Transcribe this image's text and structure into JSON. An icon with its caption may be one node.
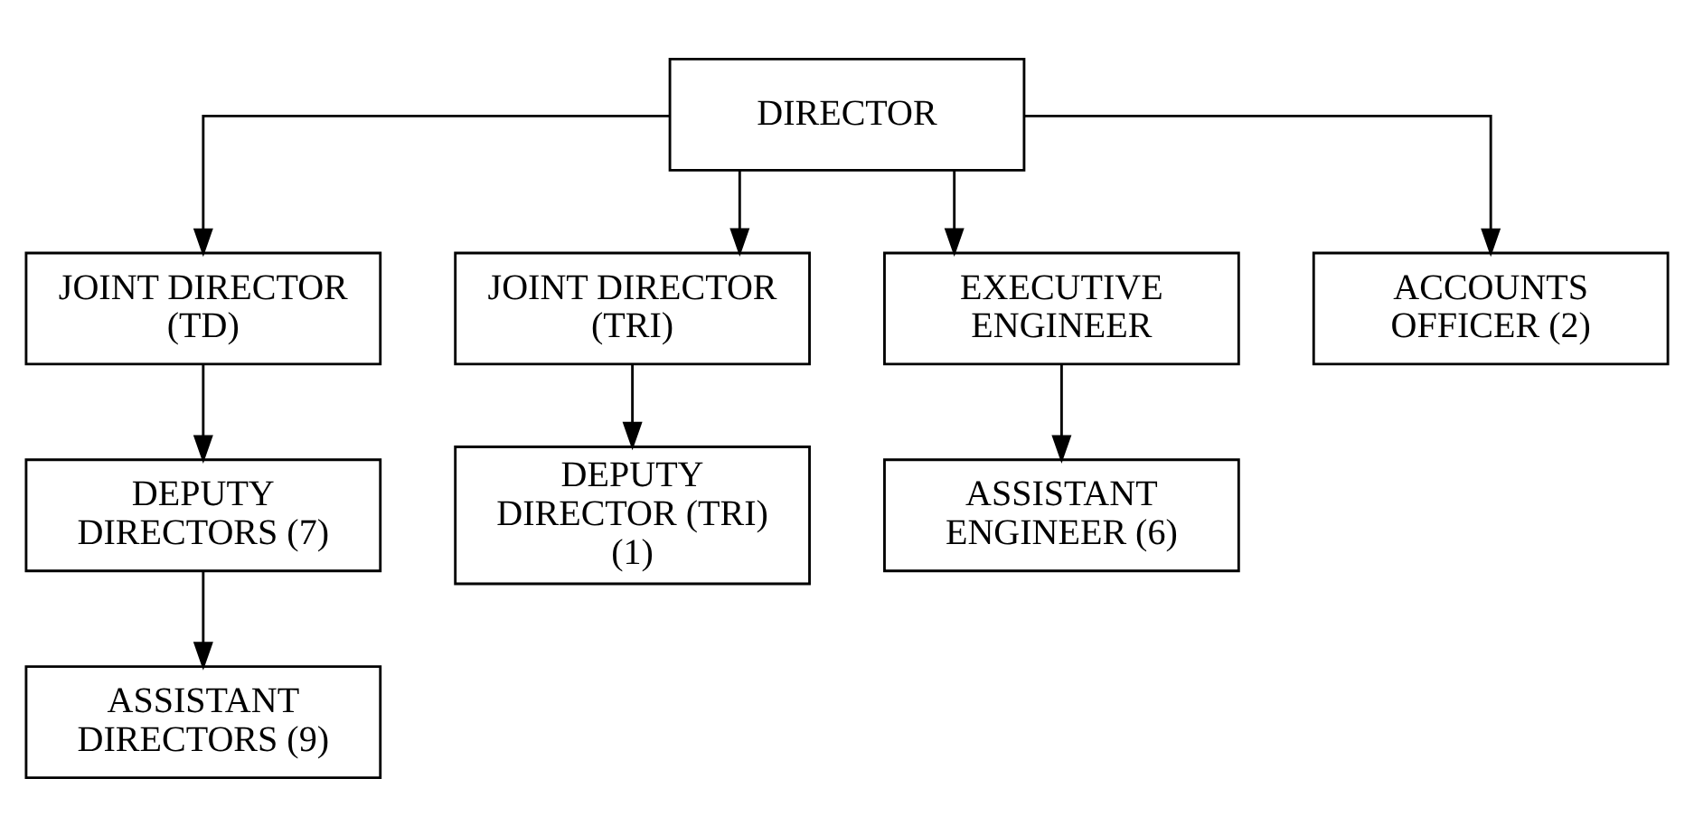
{
  "diagram": {
    "nodes": [
      {
        "text": [
          "DIRECTOR"
        ]
      },
      {
        "text": [
          "JOINT DIRECTOR (TD)"
        ]
      },
      {
        "text": [
          "JOINT DIRECTOR (TRI)"
        ]
      },
      {
        "text": [
          "EXECUTIVE ENGINEER"
        ]
      },
      {
        "text": [
          "ACCOUNTS OFFICER (2)"
        ]
      },
      {
        "text": [
          "DEPUTY DIRECTORS (7)"
        ]
      },
      {
        "text": [
          "DEPUTY DIRECTOR (TRI) (1)"
        ]
      },
      {
        "text": [
          "ASSISTANT ENGINEER (6)"
        ]
      },
      {
        "text": [
          "ASSISTANT DIRECTORS (9)"
        ]
      }
    ],
    "edges": [
      {
        "from": 0,
        "to": 1,
        "arrow": "to"
      },
      {
        "from": 0,
        "to": 2,
        "arrow": "to"
      },
      {
        "from": 0,
        "to": 3,
        "arrow": "to"
      },
      {
        "from": 0,
        "to": 4,
        "arrow": "to"
      },
      {
        "from": 1,
        "to": 5,
        "arrow": "to"
      },
      {
        "from": 2,
        "to": 6,
        "arrow": "to"
      },
      {
        "from": 3,
        "to": 7,
        "arrow": "to"
      },
      {
        "from": 5,
        "to": 8,
        "arrow": "to"
      }
    ]
  }
}
